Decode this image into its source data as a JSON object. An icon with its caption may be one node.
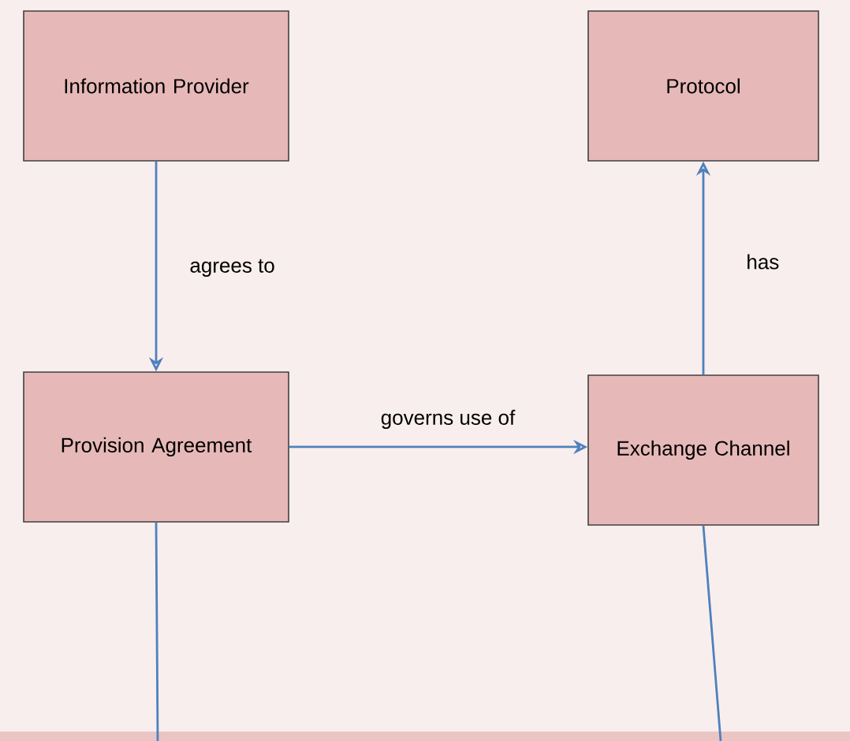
{
  "diagram": {
    "nodes": [
      {
        "text": [
          "Information Provider"
        ]
      },
      {
        "text": [
          "Protocol"
        ]
      },
      {
        "text": [
          "Provision Agreement"
        ]
      },
      {
        "text": [
          "Exchange Channel"
        ]
      }
    ],
    "edges": [
      {
        "from": 0,
        "to": 2,
        "arrow": "to",
        "label": "agrees to"
      },
      {
        "from": 2,
        "to": 3,
        "arrow": "to",
        "label": "governs use of"
      },
      {
        "from": 3,
        "to": 1,
        "arrow": "to",
        "label": "has"
      },
      {
        "from": 2,
        "to": null,
        "arrow": "none"
      },
      {
        "from": 3,
        "to": null,
        "arrow": "none"
      }
    ]
  }
}
